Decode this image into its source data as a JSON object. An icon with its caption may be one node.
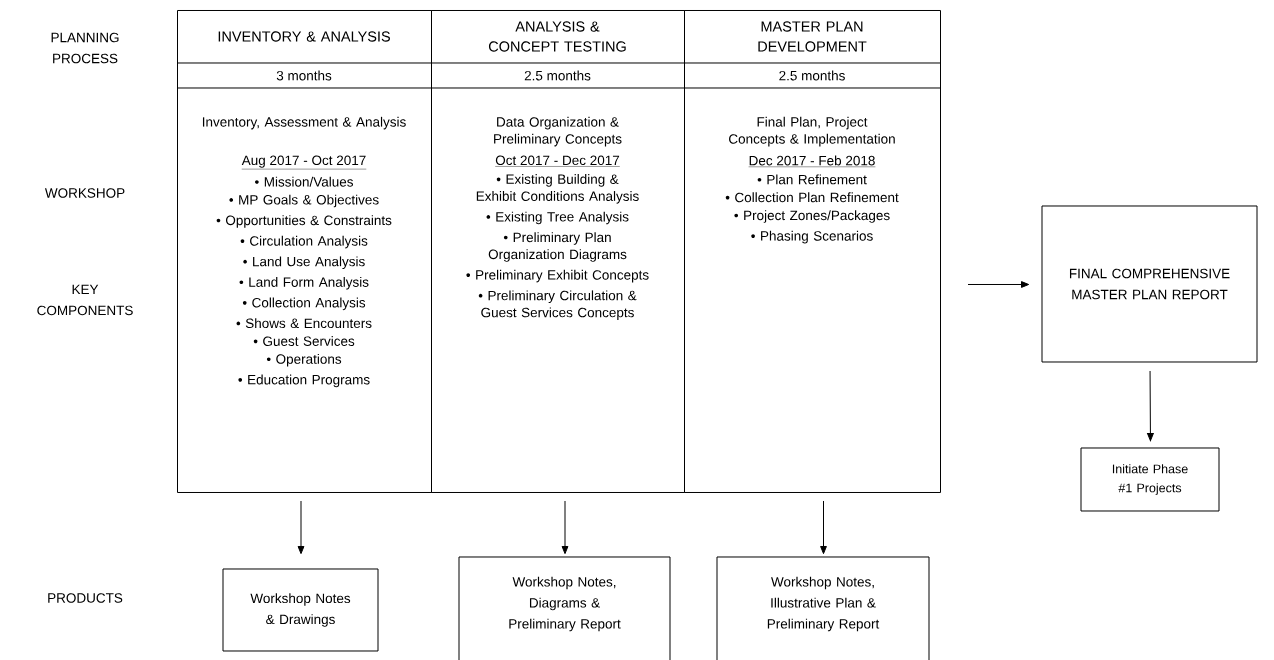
{
  "diagram": {
    "nodes": [
      {
        "text": [
          "INVENTORY & ANALYSIS",
          "3 months",
          "Inventory,  Assessment & Analysis",
          "Aug 2017 - Oct 2017",
          "• Mission/Values",
          "• MP Goals & Objectives",
          "• Opportunities & Constraints",
          "• Circulation Analysis",
          "• Land Use Analysis",
          "• Land Form Analysis",
          "• Collection Analysis",
          "• Shows & Encounters",
          "• Guest Services",
          "• Operations",
          "• Education Programs"
        ]
      },
      {
        "text": [
          "ANALYSIS & CONCEPT TESTING",
          "2.5 months",
          "Data Organization & Preliminary Concepts",
          "Oct 2017 - Dec 2017",
          "• Existing Building & Exhibit Conditions Analysis",
          "• Existing Tree Analysis",
          "• Preliminary Plan Organization Diagrams",
          "• Preliminary Exhibit Concepts",
          "• Preliminary Circulation & Guest Services Concepts"
        ]
      },
      {
        "text": [
          "MASTER PLAN DEVELOPMENT",
          "2.5 months",
          "Final Plan, Project Concepts & Implementation",
          "Dec 2017 - Feb 2018",
          "• Plan Refinement",
          "• Collection Plan Refinement",
          "• Project Zones/Packages",
          "• Phasing Scenarios"
        ]
      },
      {
        "text": [
          "FINAL COMPREHENSIVE MASTER PLAN REPORT"
        ]
      },
      {
        "text": [
          "Initiate Phase #1 Projects"
        ]
      },
      {
        "text": [
          "Workshop Notes & Drawings"
        ]
      },
      {
        "text": [
          "Workshop Notes, Diagrams & Preliminary Report"
        ]
      },
      {
        "text": [
          "Workshop Notes, Illustrative Plan & Preliminary Report"
        ]
      }
    ],
    "edges": [
      {
        "from": 0,
        "to": 5,
        "arrow": "to"
      },
      {
        "from": 1,
        "to": 6,
        "arrow": "to"
      },
      {
        "from": 2,
        "to": 7,
        "arrow": "to"
      },
      {
        "from": null,
        "to": 3,
        "arrow": "to"
      },
      {
        "from": 3,
        "to": 4,
        "arrow": "to"
      }
    ],
    "labels": [
      "PLANNING PROCESS",
      "WORKSHOP",
      "KEY COMPONENTS",
      "PRODUCTS"
    ]
  }
}
